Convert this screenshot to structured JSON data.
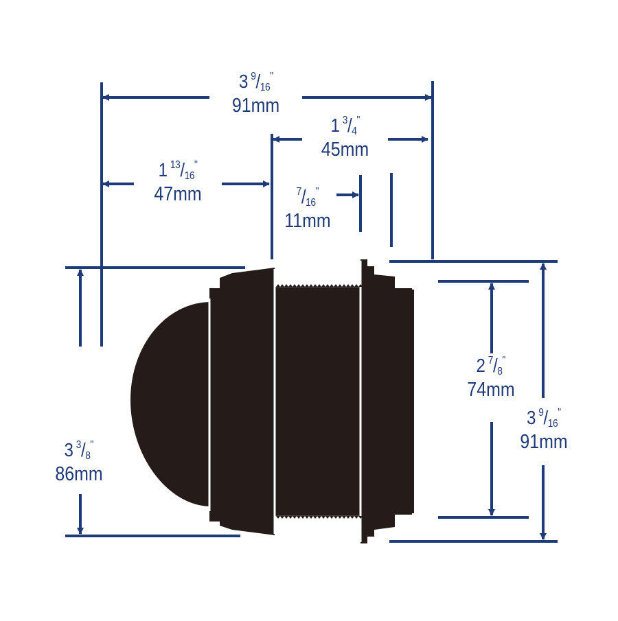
{
  "colors": {
    "dimension": "#1f3a78",
    "part": "#251c1a",
    "background": "#ffffff"
  },
  "dimensions": {
    "overall_length": {
      "whole": "3",
      "num": "9",
      "den": "16",
      "unit_in": "\"",
      "metric": "91mm"
    },
    "body_length": {
      "whole": "1",
      "num": "13",
      "den": "16",
      "unit_in": "\"",
      "metric": "47mm"
    },
    "thread_length": {
      "whole": "1",
      "num": "3",
      "den": "4",
      "unit_in": "\"",
      "metric": "45mm"
    },
    "flange_thickness": {
      "whole": "",
      "num": "7",
      "den": "16",
      "unit_in": "\"",
      "metric": "11mm"
    },
    "body_diameter": {
      "whole": "3",
      "num": "3",
      "den": "8",
      "unit_in": "\"",
      "metric": "86mm"
    },
    "thread_diameter": {
      "whole": "2",
      "num": "7",
      "den": "8",
      "unit_in": "\"",
      "metric": "74mm"
    },
    "flange_diameter": {
      "whole": "3",
      "num": "9",
      "den": "16",
      "unit_in": "\"",
      "metric": "91mm"
    }
  }
}
